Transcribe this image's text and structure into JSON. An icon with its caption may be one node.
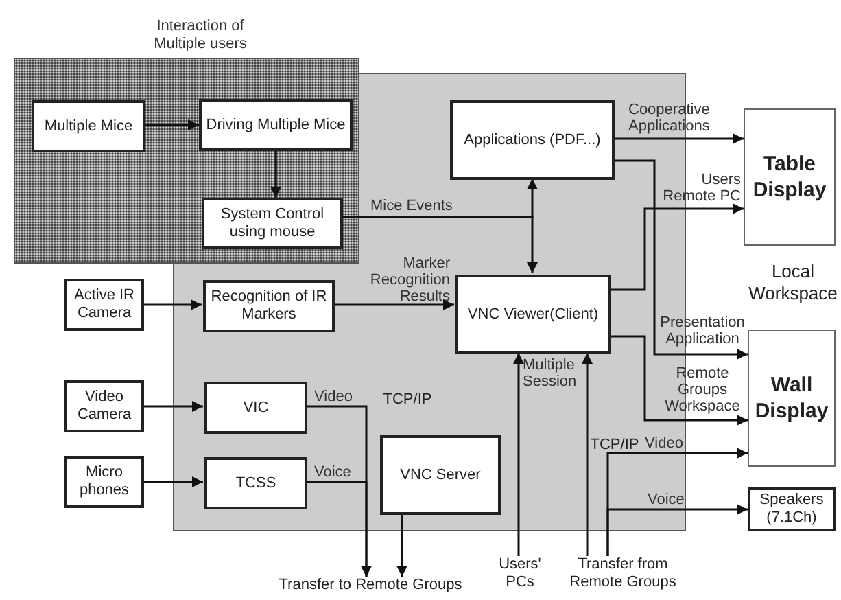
{
  "diagram": {
    "nodes": [
      {
        "text": [],
        "shape": "box"
      },
      {
        "text": [
          "Interaction of Multiple users"
        ]
      },
      {
        "text": [
          "Multiple Mice"
        ],
        "in": 1
      },
      {
        "text": [
          "Driving Multiple Mice"
        ]
      },
      {
        "text": [
          "System Control using mouse"
        ]
      },
      {
        "text": [
          "Applications (PDF...)"
        ],
        "in": 0
      },
      {
        "text": [
          "Active IR Camera"
        ]
      },
      {
        "text": [
          "Recognition of IR Markers"
        ],
        "in": 0
      },
      {
        "text": [
          "VNC Viewer(Client)"
        ],
        "in": 0
      },
      {
        "text": [
          "Video Camera"
        ]
      },
      {
        "text": [
          "VIC"
        ],
        "in": 0
      },
      {
        "text": [
          "Micro phones"
        ]
      },
      {
        "text": [
          "TCSS"
        ],
        "in": 0
      },
      {
        "text": [
          "VNC Server"
        ],
        "in": 0
      },
      {
        "text": [
          "Table Display"
        ]
      },
      {
        "text": [
          "Wall Display"
        ]
      },
      {
        "text": [
          "Speakers (7.1Ch)"
        ]
      },
      {
        "text": [
          "Transfer to Remote Groups"
        ]
      },
      {
        "text": [
          "Users' PCs"
        ]
      },
      {
        "text": [
          "Transfer from Remote Groups"
        ]
      }
    ],
    "edges": [
      {
        "from": 2,
        "to": 3,
        "arrow": "to"
      },
      {
        "from": 3,
        "to": 4,
        "arrow": "to"
      },
      {
        "from": 4,
        "to": 5,
        "arrow": "to",
        "label": "Mice Events"
      },
      {
        "from": 4,
        "to": 8,
        "arrow": "to"
      },
      {
        "from": 7,
        "to": 8,
        "arrow": "to",
        "label": "Marker Recognition Results"
      },
      {
        "from": 5,
        "to": 14,
        "arrow": "to",
        "label": "Cooperative Applications"
      },
      {
        "from": 8,
        "to": 14,
        "arrow": "to",
        "label": "Users Remote PC"
      },
      {
        "from": 5,
        "to": 15,
        "arrow": "to",
        "label": "Presentation Application"
      },
      {
        "from": 8,
        "to": 15,
        "arrow": "to",
        "label": "Remote Groups Workspace"
      },
      {
        "from": 6,
        "to": 7,
        "arrow": "to"
      },
      {
        "from": 9,
        "to": 10,
        "arrow": "to"
      },
      {
        "from": 11,
        "to": 12,
        "arrow": "to"
      },
      {
        "from": 10,
        "to": 17,
        "arrow": "to",
        "label": "Video"
      },
      {
        "from": 12,
        "to": 17,
        "arrow": "to",
        "label": "Voice"
      },
      {
        "from": 13,
        "to": 17,
        "arrow": "to"
      },
      {
        "from": 18,
        "to": 8,
        "arrow": "to"
      },
      {
        "from": 19,
        "to": 8,
        "arrow": "to",
        "label": "Multiple Session"
      },
      {
        "from": 19,
        "to": 15,
        "arrow": "to",
        "label": "Video"
      },
      {
        "from": 19,
        "to": 16,
        "arrow": "to",
        "label": "Voice"
      }
    ],
    "labels": [
      "TCP/IP",
      "TCP/IP",
      "Local Workspace"
    ]
  }
}
